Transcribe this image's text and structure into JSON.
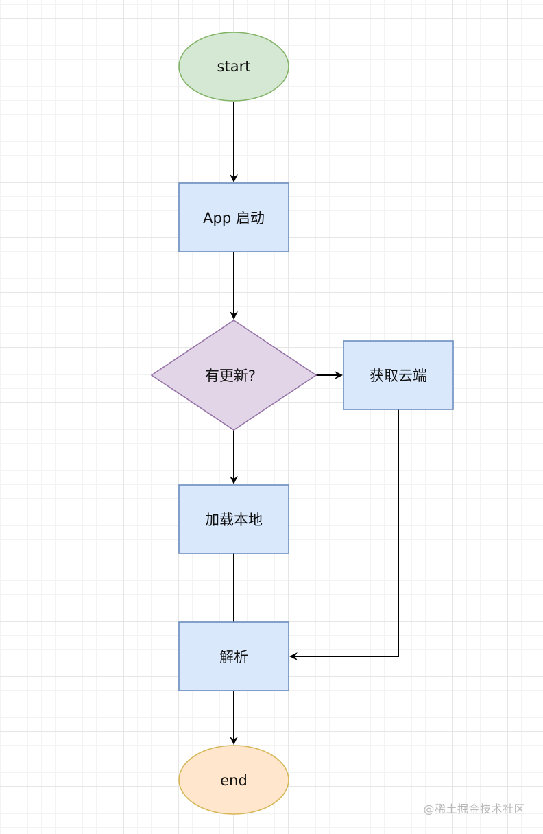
{
  "nodes": {
    "start": "start",
    "app_start": "App 启动",
    "decision": "有更新?",
    "fetch_cloud": "获取云端",
    "load_local": "加载本地",
    "parse": "解析",
    "end": "end"
  },
  "colors": {
    "terminal_start_fill": "#d5e8d4",
    "terminal_start_stroke": "#82b366",
    "process_fill": "#dae8fc",
    "process_stroke": "#6c8ebf",
    "decision_fill": "#e1d5e7",
    "decision_stroke": "#9673a6",
    "terminal_end_fill": "#ffe6cc",
    "terminal_end_stroke": "#d6b656",
    "edge": "#000000"
  },
  "watermark": "@稀土掘金技术社区"
}
